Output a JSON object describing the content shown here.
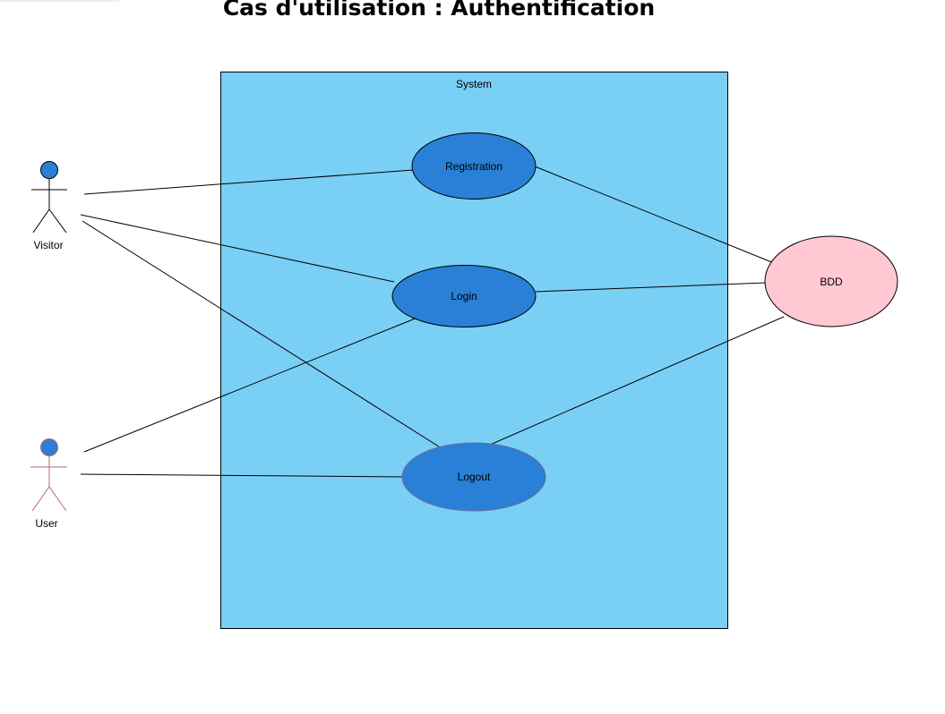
{
  "title": "Cas d'utilisation : Authentification",
  "system": {
    "label": "System",
    "fill": "#7ACFF5"
  },
  "actors": [
    {
      "id": "visitor",
      "label": "Visitor",
      "stroke": "#000000",
      "head_fill": "#2980D6"
    },
    {
      "id": "user",
      "label": "User",
      "stroke": "#B5657A",
      "head_fill": "#2980D6"
    }
  ],
  "use_cases": [
    {
      "id": "registration",
      "label": "Registration",
      "fill": "#2980D6"
    },
    {
      "id": "login",
      "label": "Login",
      "fill": "#2980D6"
    },
    {
      "id": "logout",
      "label": "Logout",
      "fill": "#2980D6"
    }
  ],
  "external": {
    "id": "bdd",
    "label": "BDD",
    "fill": "#FFC8D3"
  },
  "connections": [
    {
      "from": "visitor",
      "to": "registration"
    },
    {
      "from": "visitor",
      "to": "login"
    },
    {
      "from": "visitor",
      "to": "logout"
    },
    {
      "from": "user",
      "to": "login"
    },
    {
      "from": "user",
      "to": "logout"
    },
    {
      "from": "registration",
      "to": "bdd"
    },
    {
      "from": "login",
      "to": "bdd"
    },
    {
      "from": "logout",
      "to": "bdd"
    }
  ]
}
